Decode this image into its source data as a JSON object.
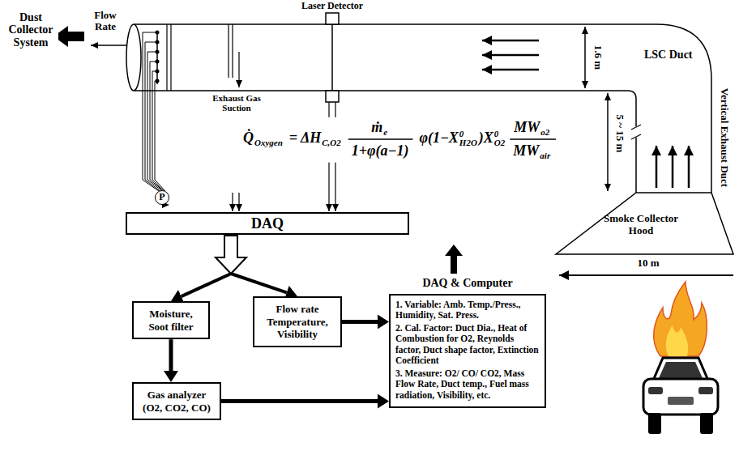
{
  "diagram": {
    "nodes": [
      {
        "text": [
          "P"
        ]
      },
      {
        "text": [
          "DAQ"
        ]
      },
      {
        "text": [
          "Smoke Collector Hood"
        ]
      },
      {
        "text": [
          "Moisture, Soot filter"
        ]
      },
      {
        "text": [
          "Flow rate Temperature, Visibility"
        ]
      },
      {
        "text": [
          "DAQ & Computer",
          "1. Variable: Amb. Temp./Press., Humidity, Sat. Press.",
          "2. Cal. Factor: Duct Dia., Heat of Combustion for O2, Reynolds factor, Duct shape factor, Extinction Coefficient",
          "3. Measure: O2/ CO/ CO2, Mass Flow Rate, Duct temp., Fuel mass radiation, Visibility, etc."
        ]
      },
      {
        "text": [
          "Gas analyzer (O2, CO2, CO)"
        ]
      }
    ],
    "edges": [
      {
        "from": 0,
        "to": 1,
        "arrow": "to"
      },
      {
        "from": 1,
        "to": 3,
        "arrow": "to"
      },
      {
        "from": 1,
        "to": 4,
        "arrow": "to"
      },
      {
        "from": 3,
        "to": 6,
        "arrow": "to"
      },
      {
        "from": 4,
        "to": 5,
        "arrow": "to"
      },
      {
        "from": 6,
        "to": 5,
        "arrow": "to"
      }
    ],
    "labels": [
      "Dust Collector System",
      "Flow Rate",
      "Laser Detector",
      "1.6 m",
      "LSC Duct",
      "Exhaust Gas Suction",
      "5 ~ 15 m",
      "Vertical Exhaust Duct",
      "10 m",
      "Q̇",
      "Oxygen",
      "= ΔH",
      "C,O2",
      "ṁ",
      "e",
      "1+φ(a−1)",
      "φ(1−X",
      "0",
      "H2O",
      ")X",
      "0",
      "O2",
      "MW",
      "o2",
      "MW",
      "air"
    ]
  }
}
